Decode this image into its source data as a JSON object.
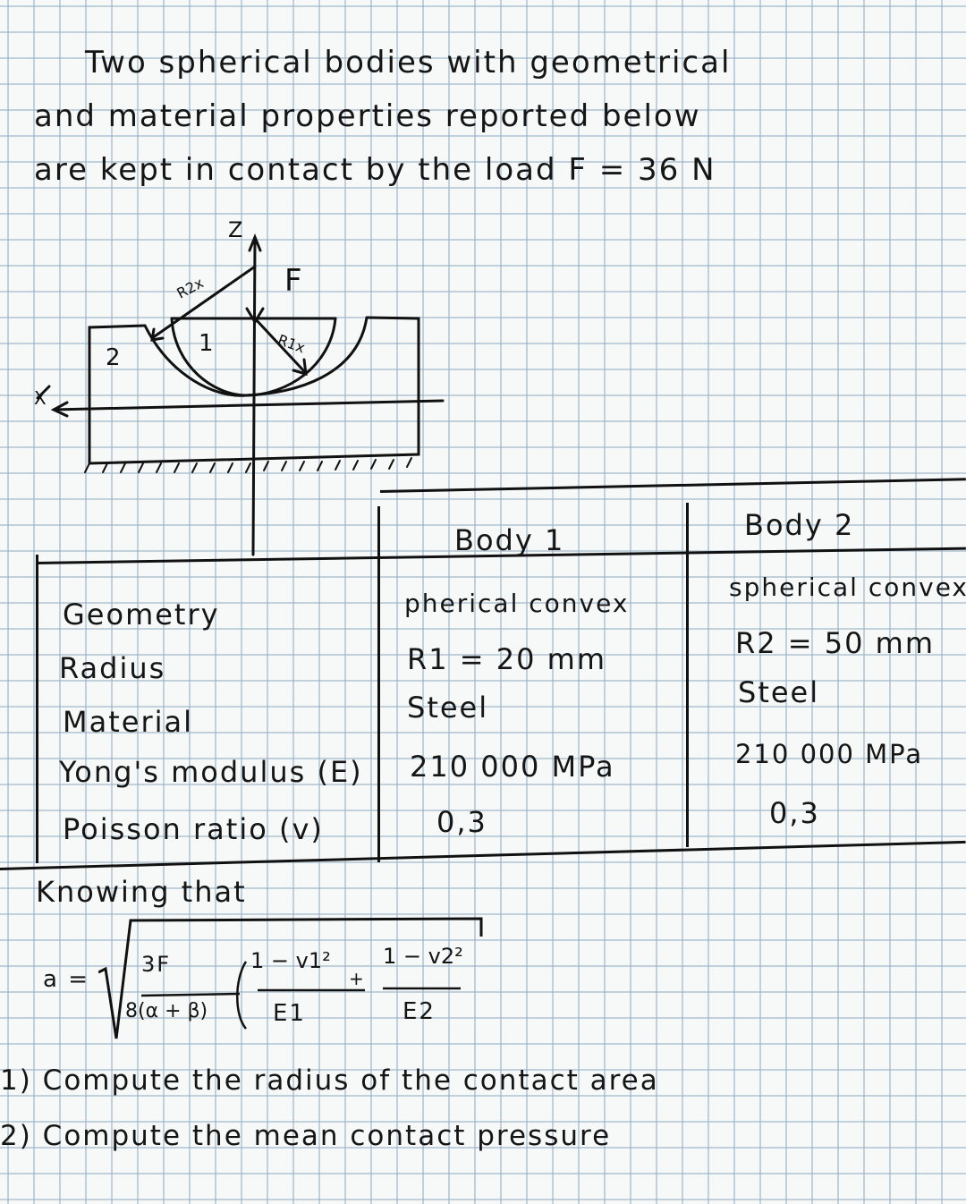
{
  "problem": {
    "intro_lines": [
      "Two spherical bodies with geometrical",
      "and material properties reported below",
      "are kept in contact by the load F = 36 N"
    ],
    "load": {
      "symbol": "F",
      "value": "36",
      "unit": "N"
    }
  },
  "diagram": {
    "axis_z_label": "Z",
    "axis_x_label": "X",
    "force_label": "F",
    "body1_label": "1",
    "body2_label": "2",
    "radius1_label": "R1x",
    "radius2_label": "R2x"
  },
  "table": {
    "headers": [
      "",
      "Body 1",
      "Body 2"
    ],
    "row_labels": [
      "Geometry",
      "Radius",
      "Material",
      "Yong's modulus (E)",
      "Poisson ratio (v)"
    ],
    "body1": [
      "pherical convex",
      "R1 = 20 mm",
      "Steel",
      "210 000 MPa",
      "0,3"
    ],
    "body2": [
      "spherical convex",
      "R2 = 50 mm",
      "Steel",
      "210 000 MPa",
      "0,3"
    ]
  },
  "formula": {
    "intro": "Knowing that",
    "lhs": "a =",
    "numerator": "3F",
    "denominator": "8(α + β)",
    "term1_num": "1 − v1²",
    "term1_den": "E1",
    "plus": "+",
    "term2_num": "1 − v2²",
    "term2_den": "E2"
  },
  "questions": [
    "1) Compute the radius of the contact area",
    "2) Compute the mean contact pressure"
  ]
}
